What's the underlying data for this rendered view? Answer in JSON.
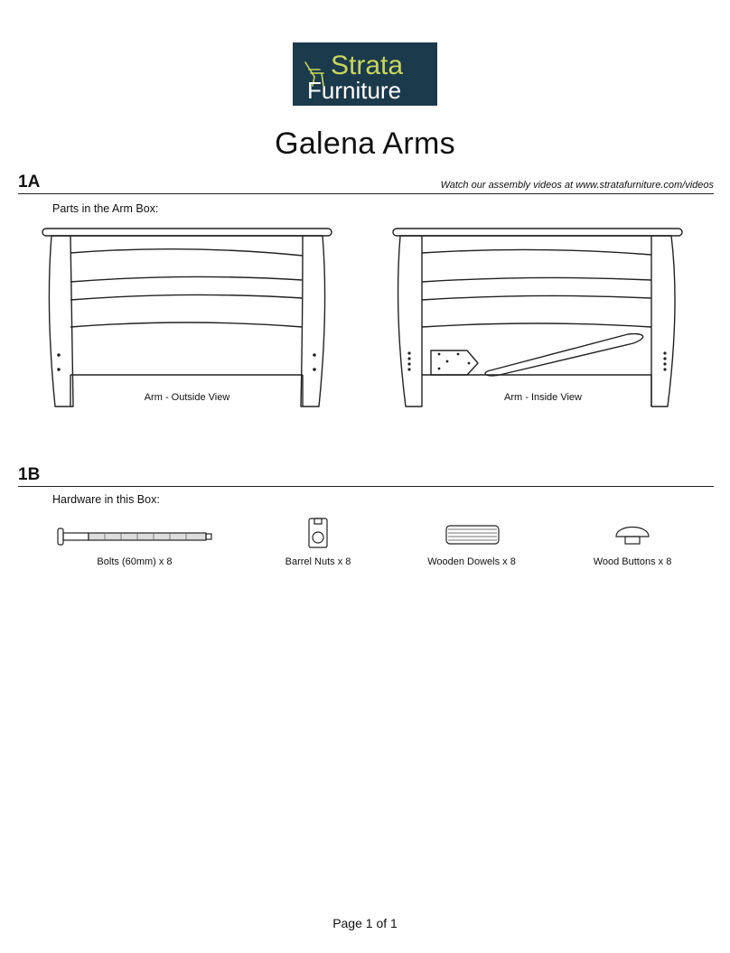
{
  "logo": {
    "line1": "Strata",
    "line2": "Furniture",
    "background": "#1b3a4b",
    "accent": "#c9d65c",
    "icon": "adirondack-chair-icon"
  },
  "title": "Galena Arms",
  "sections": [
    {
      "number": "1A",
      "link_text": "Watch our assembly videos at www.stratafurniture.com/videos",
      "intro": "Parts in the Arm Box:",
      "parts": [
        {
          "caption": "Arm - Outside View"
        },
        {
          "caption": "Arm - Inside View"
        }
      ]
    },
    {
      "number": "1B",
      "intro": "Hardware in this Box:",
      "hardware": [
        {
          "caption": "Bolts (60mm) x 8",
          "icon": "bolt-icon"
        },
        {
          "caption": "Barrel Nuts x 8",
          "icon": "barrel-nut-icon"
        },
        {
          "caption": "Wooden Dowels x 8",
          "icon": "wooden-dowel-icon"
        },
        {
          "caption": "Wood Buttons x 8",
          "icon": "wood-button-icon"
        }
      ]
    }
  ],
  "footer": "Page 1 of 1"
}
